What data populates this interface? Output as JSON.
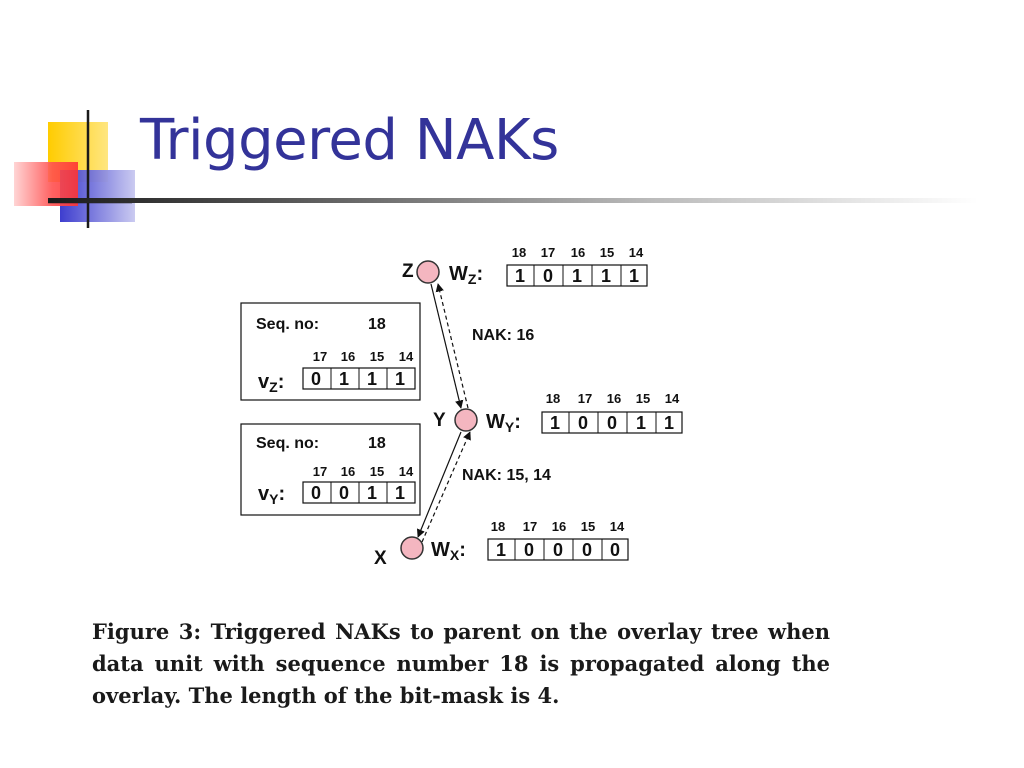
{
  "slide": {
    "title": "Triggered NAKs",
    "caption": "Figure 3: Triggered NAKs to parent on the overlay tree when data unit with sequence number 18 is propagated along the overlay. The length of the bit-mask is 4."
  },
  "colors": {
    "title": "#333399",
    "node_fill": "#f4b6c0",
    "logo_yellow": "#ffcc00",
    "logo_blue": "#3333cc",
    "logo_red": "#ff3333"
  },
  "diagram": {
    "nodes": {
      "z": {
        "label": "Z"
      },
      "y": {
        "label": "Y"
      },
      "x": {
        "label": "X"
      }
    },
    "windows": {
      "z": {
        "prefix": "W",
        "sub": "Z",
        "seq_labels": [
          "18",
          "17",
          "16",
          "15",
          "14"
        ],
        "bits": [
          "1",
          "0",
          "1",
          "1",
          "1"
        ]
      },
      "y": {
        "prefix": "W",
        "sub": "Y",
        "seq_labels": [
          "18",
          "17",
          "16",
          "15",
          "14"
        ],
        "bits": [
          "1",
          "0",
          "0",
          "1",
          "1"
        ]
      },
      "x": {
        "prefix": "W",
        "sub": "X",
        "seq_labels": [
          "18",
          "17",
          "16",
          "15",
          "14"
        ],
        "bits": [
          "1",
          "0",
          "0",
          "0",
          "0"
        ]
      }
    },
    "naks": {
      "zy": "NAK: 16",
      "yx": "NAK: 15, 14"
    },
    "boxes": [
      {
        "seq_label": "Seq. no:",
        "seq_value": "18",
        "vec_prefix": "v",
        "vec_sub": "Z",
        "mask_labels": [
          "17",
          "16",
          "15",
          "14"
        ],
        "bits": [
          "0",
          "1",
          "1",
          "1"
        ]
      },
      {
        "seq_label": "Seq. no:",
        "seq_value": "18",
        "vec_prefix": "v",
        "vec_sub": "Y",
        "mask_labels": [
          "17",
          "16",
          "15",
          "14"
        ],
        "bits": [
          "0",
          "0",
          "1",
          "1"
        ]
      }
    ]
  }
}
